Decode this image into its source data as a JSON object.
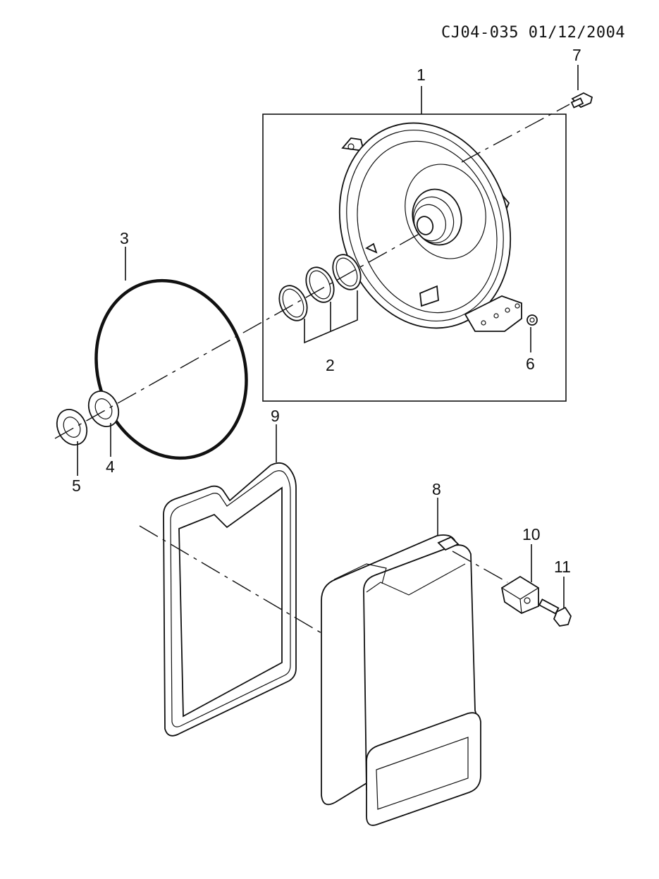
{
  "header": {
    "document_code": "CJ04-035 01/12/2004"
  },
  "callouts": {
    "c1": "1",
    "c2": "2",
    "c3": "3",
    "c4": "4",
    "c5": "5",
    "c6": "6",
    "c7": "7",
    "c8": "8",
    "c9": "9",
    "c10": "10",
    "c11": "11"
  },
  "colors": {
    "line": "#111111",
    "background": "#ffffff"
  }
}
